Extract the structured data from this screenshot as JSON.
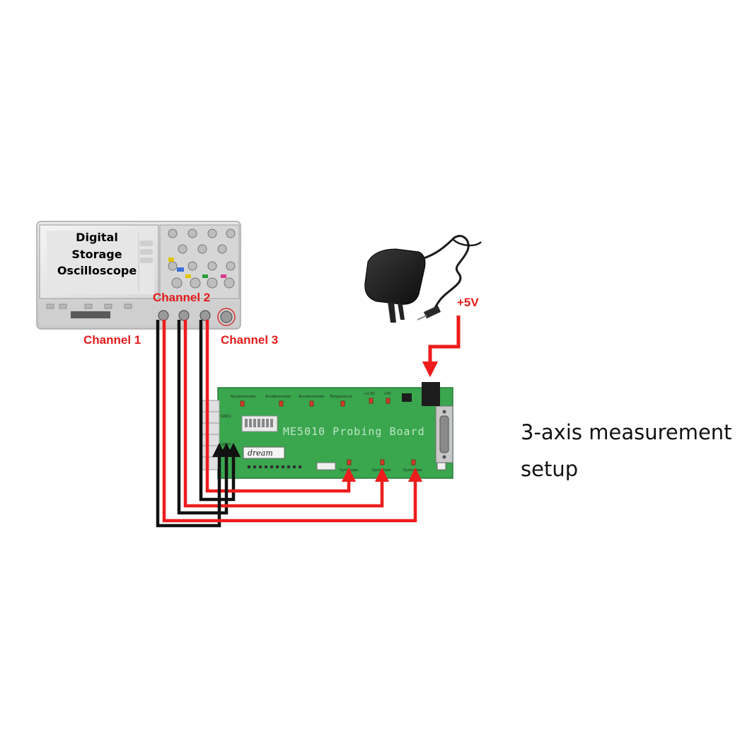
{
  "oscilloscope": {
    "label_lines": [
      "Digital",
      "Storage",
      "Oscilloscope"
    ]
  },
  "channels": {
    "ch1": "Channel 1",
    "ch2": "Channel 2",
    "ch3": "Channel 3"
  },
  "power": {
    "voltage_label": "+5V"
  },
  "board": {
    "title": "ME5010 Probing Board",
    "top_labels": [
      "Accelerometer",
      "Accelerometer",
      "Accelerometer",
      "Temperature",
      "+3.3V",
      "+5V"
    ],
    "bottom_labels": [
      "Gyroscope",
      "Gyroscope",
      "Gyroscope"
    ],
    "logo_text": "dream",
    "gnd_labels": [
      "GND1",
      "GND2"
    ]
  },
  "caption": {
    "lines": [
      "3-axis measurement",
      "setup"
    ]
  },
  "colors": {
    "wire_red": "#ee1c1c",
    "wire_black": "#111111",
    "label_red": "#e31b1b",
    "board_green": "#3aa64e",
    "adapter_black": "#1d1d1d"
  }
}
